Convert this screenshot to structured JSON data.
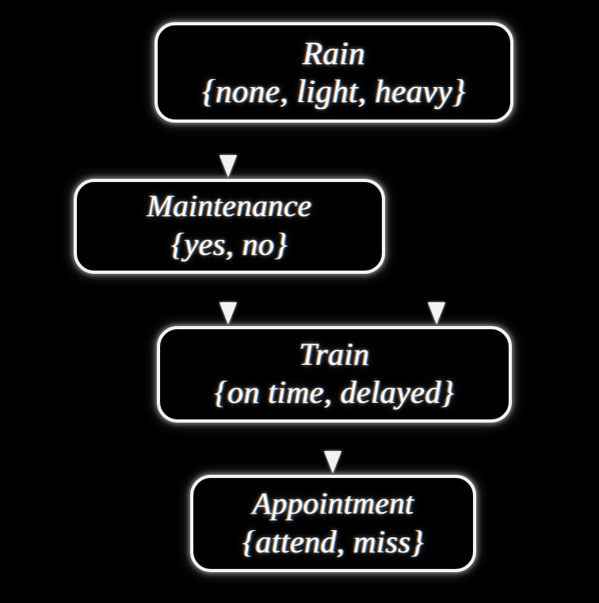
{
  "diagram": {
    "type": "bayesian-network",
    "background_color": "#000000",
    "node_border_color": "#f4f4f4",
    "text_color": "#ffffff",
    "edge_color": "#f2f2f2",
    "nodes": [
      {
        "id": "rain",
        "name": "Rain",
        "states_text": "{none, light, heavy}",
        "states": [
          "none",
          "light",
          "heavy"
        ]
      },
      {
        "id": "maintenance",
        "name": "Maintenance",
        "states_text": "{yes, no}",
        "states": [
          "yes",
          "no"
        ]
      },
      {
        "id": "train",
        "name": "Train",
        "states_text": "{on time, delayed}",
        "states": [
          "on time",
          "delayed"
        ]
      },
      {
        "id": "appointment",
        "name": "Appointment",
        "states_text": "{attend, miss}",
        "states": [
          "attend",
          "miss"
        ]
      }
    ],
    "edges": [
      {
        "id": "rain-to-maintenance",
        "from": "Rain",
        "to": "Maintenance"
      },
      {
        "id": "rain-to-train",
        "from": "Rain",
        "to": "Train"
      },
      {
        "id": "maintenance-to-train",
        "from": "Maintenance",
        "to": "Train"
      },
      {
        "id": "train-to-appointment",
        "from": "Train",
        "to": "Appointment"
      }
    ]
  }
}
